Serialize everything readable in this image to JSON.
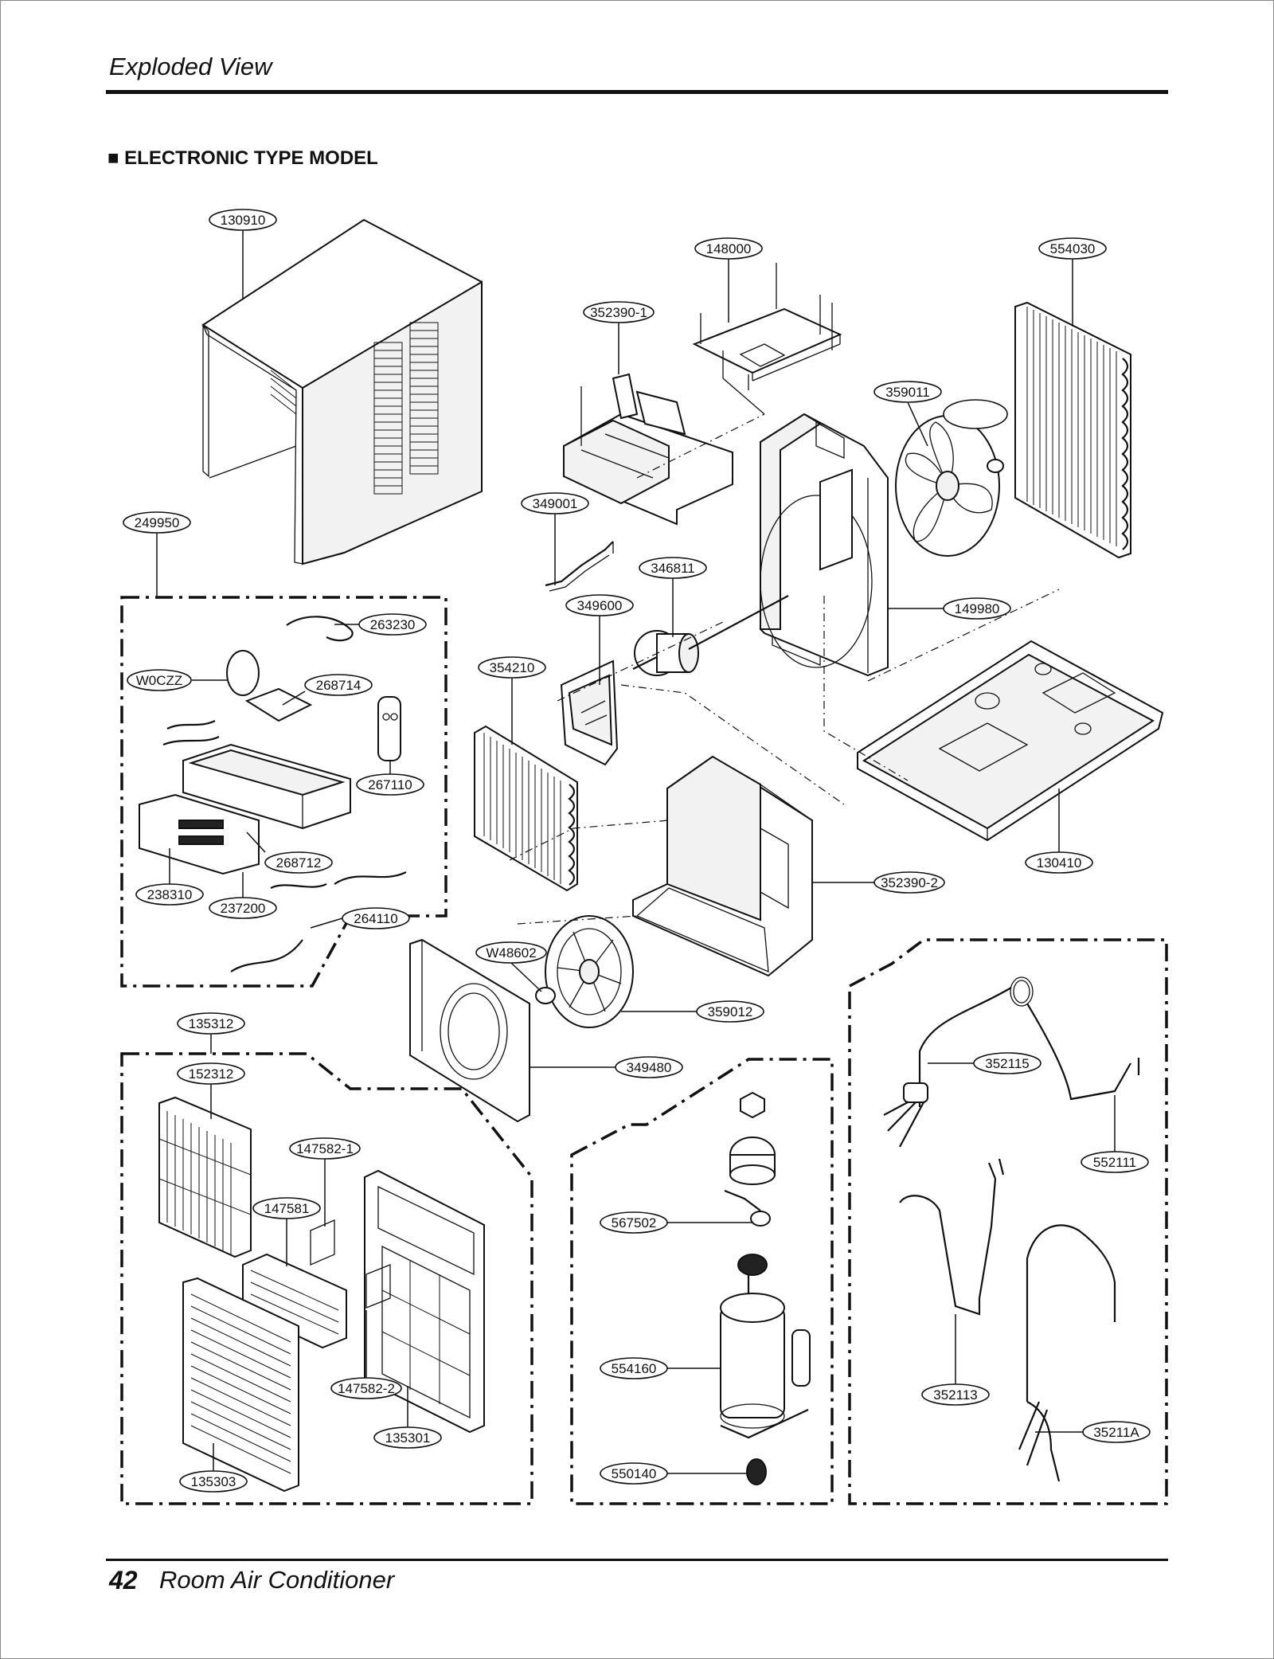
{
  "header": {
    "title": "Exploded View"
  },
  "section": {
    "title": "■ ELECTRONIC TYPE MODEL"
  },
  "footer": {
    "page_number": "42",
    "title": "Room Air Conditioner"
  },
  "callouts": {
    "p130910": "130910",
    "p148000": "148000",
    "p554030": "554030",
    "p352390_1": "352390-1",
    "p359011": "359011",
    "p349001": "349001",
    "p249950": "249950",
    "p346811": "346811",
    "p149980": "149980",
    "p349600": "349600",
    "p263230": "263230",
    "p354210": "354210",
    "pW0CZZ": "W0CZZ",
    "p268714": "268714",
    "p267110": "267110",
    "p130410": "130410",
    "p268712": "268712",
    "p352390_2": "352390-2",
    "p238310": "238310",
    "p237200": "237200",
    "p264110": "264110",
    "pW48602": "W48602",
    "p359012": "359012",
    "p135312": "135312",
    "p352115": "352115",
    "p349480": "349480",
    "p152312": "152312",
    "p147582_1": "147582-1",
    "p552111": "552111",
    "p147581": "147581",
    "p567502": "567502",
    "p554160": "554160",
    "p352113": "352113",
    "p147582_2": "147582-2",
    "p135301": "135301",
    "p35211A": "35211A",
    "p135303": "135303",
    "p550140": "550140"
  }
}
